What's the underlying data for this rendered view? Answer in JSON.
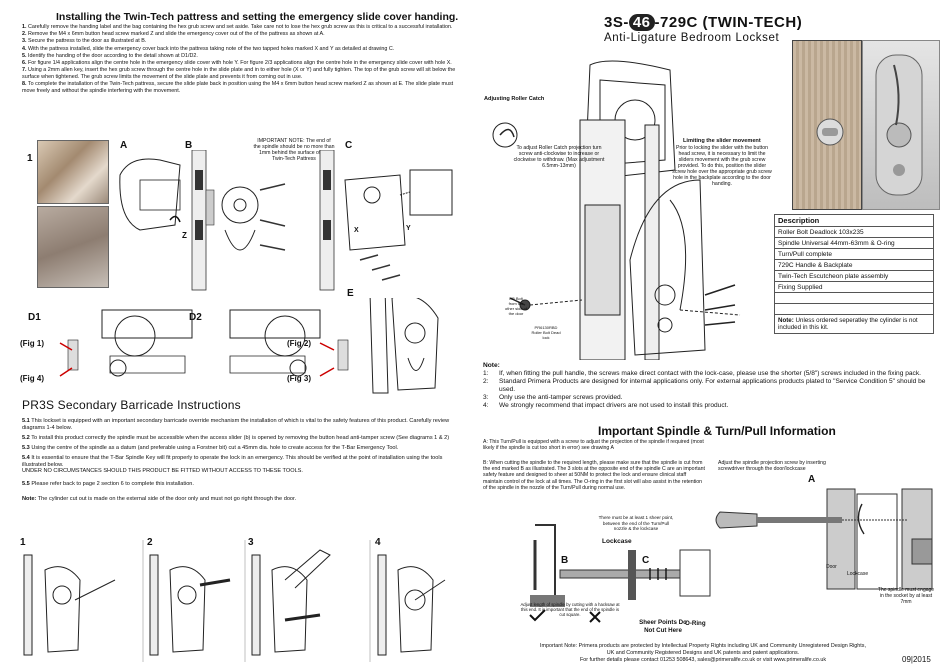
{
  "instructions": {
    "title": "Installing the Twin-Tech pattress and setting the emergency slide cover handing.",
    "steps": [
      {
        "num": "1.",
        "text": "Carefully remove the handing label and the bag containing the hex grub screw and set aside. Take care not to lose the hex grub screw as this is critical to a successful installation."
      },
      {
        "num": "2.",
        "text": "Remove the M4 x 6mm button head screw marked Z and slide the emergency cover out of the of the pattress as shown at A."
      },
      {
        "num": "3.",
        "text": "Secure the pattress to the door as illustrated at B."
      },
      {
        "num": "4.",
        "text": "With the pattress installed, slide the emergency cover back into the pattress taking note of the two tapped holes marked X and Y as detailed at drawing C."
      },
      {
        "num": "5.",
        "text": "Identify the handing of the door according to the detail shown at D1/D2."
      },
      {
        "num": "6.",
        "text": "For figure 1/4 applications align the centre hole in the emergency slide cover with hole Y. For figure 2/3 applications align the centre hole in the emergency slide cover with hole X."
      },
      {
        "num": "7.",
        "text": "Using a 2mm allen key, insert the hex grub screw through the centre hole in the slide plate and in to either hole (X or Y) and fully tighten. The top of the grub screw will sit below the surface when tightened. The grub screw limits the movement of the slide plate and prevents it from coming out in use."
      },
      {
        "num": "8.",
        "text": "To complete the installation of the Twin-Tech pattress, secure the slide plate back in position using the M4 x 6mm button head screw marked Z as shown at E. The slide plate must move freely and without the spindle interfering with the movement."
      }
    ]
  },
  "diagram_labels": {
    "one": "1",
    "a": "A",
    "b": "B",
    "c": "C",
    "d1": "D1",
    "d2": "D2",
    "e": "E",
    "z": "Z",
    "x": "X",
    "y": "Y",
    "important": "IMPORTANT NOTE: The end of the spindle should be no more than 1mm behind the surface of the Twin-Tech Pattress",
    "fig1": "(Fig 1)",
    "fig2": "(Fig 2)",
    "fig3": "(Fig 3)",
    "fig4": "(Fig 4)"
  },
  "barricade": {
    "title": "PR3S Secondary Barricade Instructions",
    "paras": [
      {
        "num": "5.1",
        "text": "This lockset is equipped with an important secondary barricade override mechanism the installation of which is vital to the safety features of this product. Carefully review diagrams 1-4 below."
      },
      {
        "num": "5.2",
        "text": "To install this product correctly the spindle must be accessible when the access slider (b) is opened by removing the button head anti-tamper screw  (See diagrams 1 & 2)"
      },
      {
        "num": "5.3",
        "text": "Using the centre of the spindle as a datum (and preferable using a Forstner bit) cut a 45mm dia. hole to create access for the T-Bar Emergency Tool."
      },
      {
        "num": "5.4",
        "text": "It is essential to ensure that the T-Bar Spindle Key will fit properly to operate the lock in an emergency. This should be verified at the point of installation using the tools illustrated below."
      },
      {
        "num": "",
        "text": "UNDER NO CIRCUMSTANCES SHOULD THIS PRODUCT BE FITTED WITHOUT ACCESS TO THESE TOOLS."
      },
      {
        "num": "5.5",
        "text": "Please refer back to page 2 section 6 to complete this installation."
      }
    ],
    "note_label": "Note:",
    "note_text": "The cylinder cut out is made on the external side of the door only and must not go right through the door.",
    "steps": [
      "1",
      "2",
      "3",
      "4"
    ]
  },
  "product": {
    "title_pre": "3S-",
    "title_badge": "46",
    "title_post": "-729C (TWIN-TECH)",
    "subtitle": "Anti-Ligature Bedroom Lockset"
  },
  "callouts": {
    "roller_title": "Adjusting Roller Catch",
    "roller_text": "To adjust Roller Catch projection turn screw anti-clockwise to increase or clockwise to withdraw. (Max adjustment 6.5mm-13mm)",
    "slider_title": "Limiting the slider movement",
    "slider_text": "Prior to locking the slider with the button head screw, it is necessary to limit the sliders movement with the grub screw provided. To do this, position the slider screw hole over the appropriate grub screw hole in the backplate according to the door handing.",
    "m5_bolt": "M5 Bolt from the other side of the door",
    "pr_roller": "PR6130RBD Roller Bolt Dead lock"
  },
  "description": {
    "header": "Description",
    "rows": [
      "Roller Bolt Deadlock 103x235",
      "Spindle Universal 44mm-63mm & O-ring",
      "Turn/Pull complete",
      "729C Handle & Backplate",
      "Twin-Tech Escutcheon plate assembly",
      "Fixing Supplied",
      "",
      ""
    ],
    "note_label": "Note:",
    "note_text": "Unless ordered seperatley the cylinder is not included in this kit."
  },
  "notes": {
    "label": "Note:",
    "items": [
      {
        "num": "1:",
        "text": "If, when fitting the pull handle, the screws make direct contact with the lock-case, please use the shorter (5/8\") screws included in the fixing pack."
      },
      {
        "num": "2:",
        "text": "Standard Primera Products are designed for internal applications only. For external applications products plated to \"Service Condition 5\" should be used."
      },
      {
        "num": "3:",
        "text": "Only use the anti-tamper screws provided."
      },
      {
        "num": "4:",
        "text": "We strongly recommend that impact drivers are not used to install this product."
      }
    ]
  },
  "spindle": {
    "title": "Important Spindle & Turn/Pull Information",
    "para_a": "A: This Turn/Pull is equipped with a screw to adjust the projection of the spindle if required (most likely if the spindle is cut too short in error) see drawing A",
    "para_b": "B: When cutting the spindle to the required length, please make sure that the spindle is cut from the end marked B as illustrated. The 3 slots at the opposite end of the spindle C are an important safety feature and designed to sheer at 50NM to protect the lock and ensure clinical staff maintain control of the lock at all times. The O-ring in the first slot will also assist in the retention of the spindle in the nozzle of the Turn/Pull during normal use.",
    "adjust_note": "Adjust the spindle projection screw by inserting screwdriver through the door/lockcase",
    "must_one": "There must be at least 1 sheer point, between the end of the Turn/Pull nozzle & the lockcase",
    "lockcase": "Lockcase",
    "lbl_b": "B",
    "lbl_c": "C",
    "lbl_a": "A",
    "adjust_len": "Adjust length of spindle by cutting with a hacksaw at this end. It is important that the end of the spindle is cut square.",
    "sheer": "Sheer Points Do Not Cut Here",
    "oring": "O-Ring",
    "door": "Door",
    "lockcase2": "Lockcase",
    "engage": "The spindle must engage in the socket by at least 7mm"
  },
  "footer": {
    "line1": "Important Note: Primera products are protected by Intellectual Property Rights including UK and Community Unregistered Design Rights,",
    "line2": "UK and Community Registered Designs and UK patents and patent applications.",
    "line3": "For further details please contact 01253 508643, sales@primeralife.co.uk or visit www.primeralife.co.uk",
    "date": "09|2015"
  }
}
